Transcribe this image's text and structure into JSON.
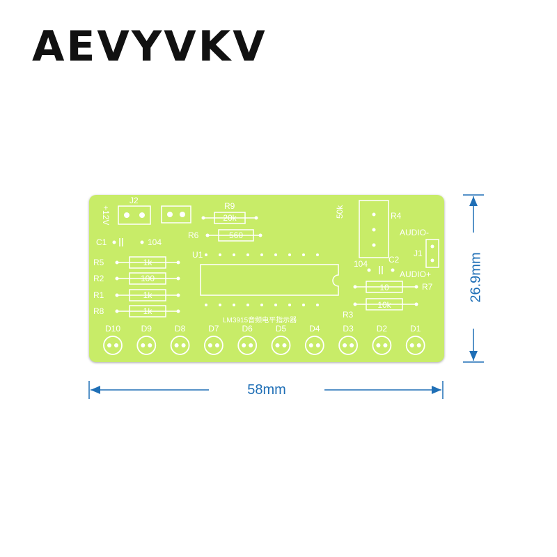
{
  "brand": {
    "text": "AEVYVKV"
  },
  "board": {
    "title": "LM3915音频电平指示器",
    "colors": {
      "substrate": "#c8ec68",
      "silkscreen": "#ffffff",
      "pad": "#ffffff",
      "dimension": "#1f6fb6"
    },
    "labels": {
      "power": "+12V",
      "j2": "J2",
      "r9": "R9",
      "r9_value": "20k",
      "r6": "R6",
      "r6_value": "560",
      "c1": "C1",
      "c1_value": "104",
      "u1": "U1",
      "r5": "R5",
      "r5_value": "1k",
      "r2": "R2",
      "r2_value": "100",
      "r1": "R1",
      "r1_value": "1k",
      "r8": "R8",
      "r8_value": "1k",
      "pot_value": "50k",
      "r4": "R4",
      "audio_minus": "AUDIO-",
      "audio_plus": "AUDIO+",
      "j1": "J1",
      "c2": "C2",
      "c2_value": "104",
      "r7": "R7",
      "r7_value": "10",
      "r3": "R3",
      "r3_value": "10k"
    },
    "leds": [
      "D10",
      "D9",
      "D8",
      "D7",
      "D6",
      "D5",
      "D4",
      "D3",
      "D2",
      "D1"
    ]
  },
  "dimensions": {
    "width": "58mm",
    "height": "26.9mm"
  }
}
